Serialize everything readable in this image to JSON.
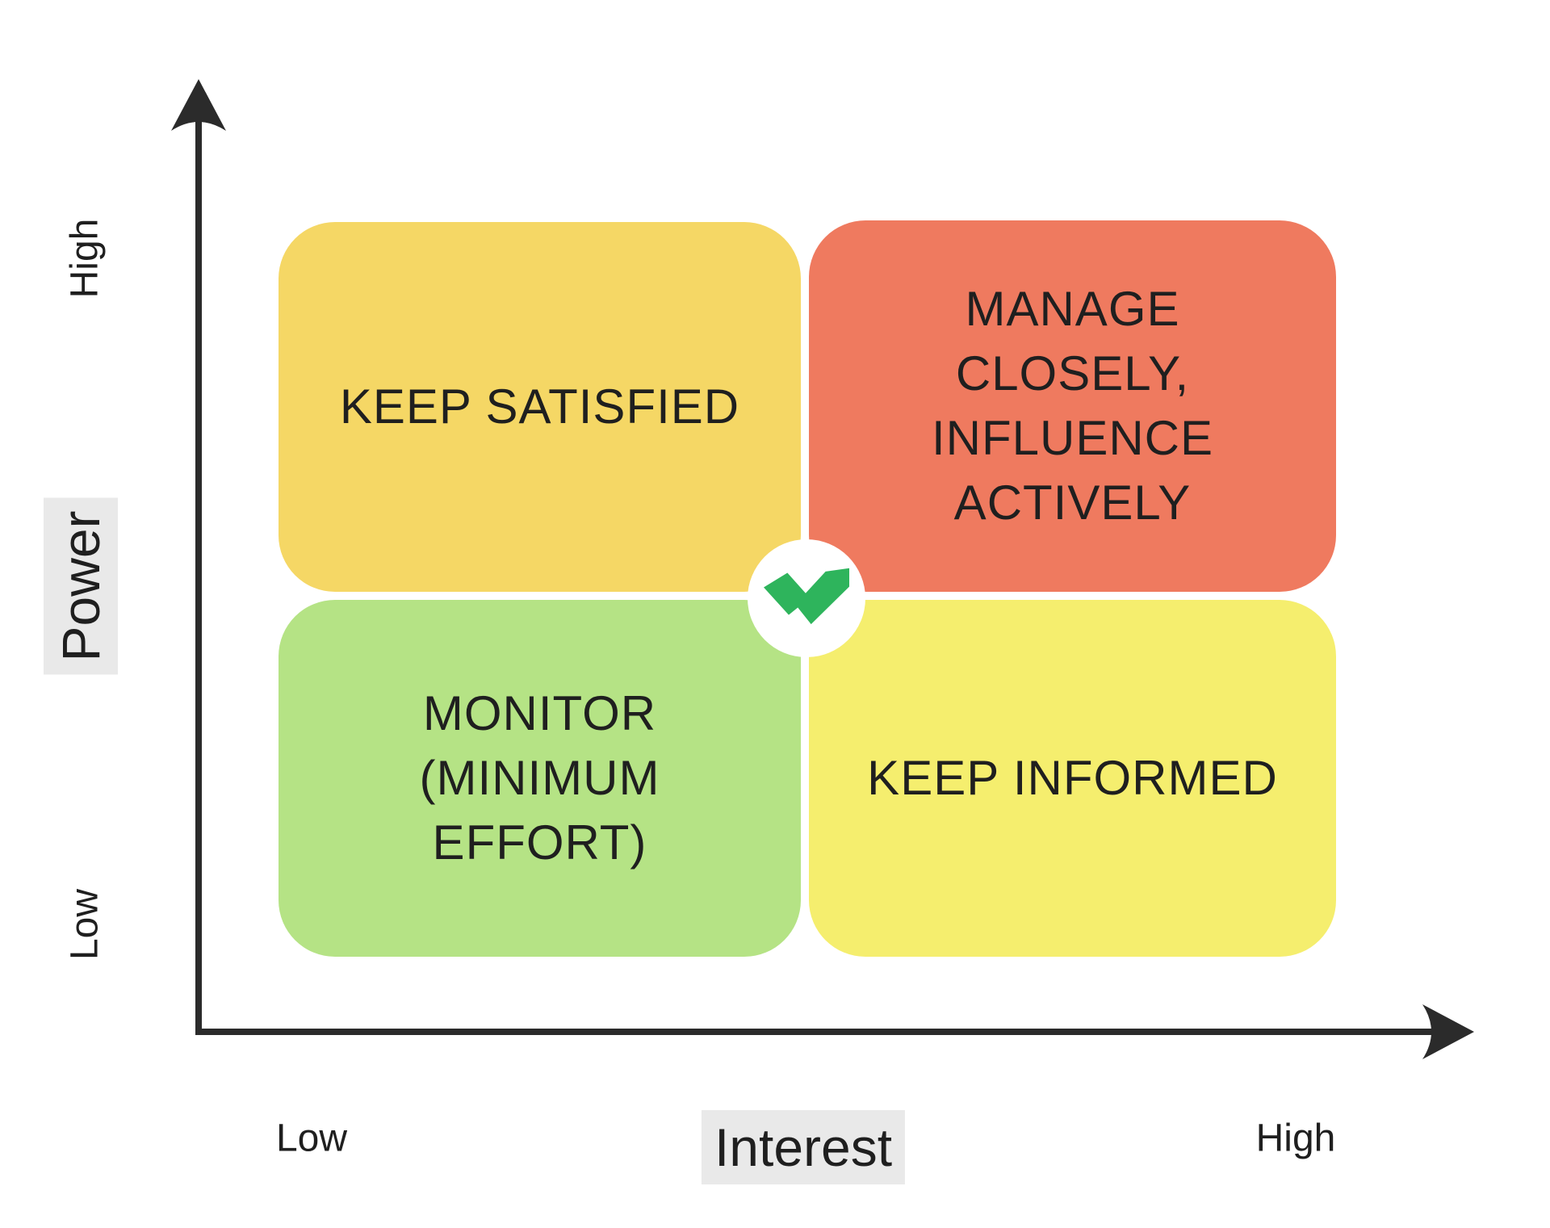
{
  "diagram_type": "power-interest-stakeholder-matrix",
  "y_axis": {
    "title": "Power",
    "max_label": "High",
    "min_label": "Low"
  },
  "x_axis": {
    "title": "Interest",
    "min_label": "Low",
    "max_label": "High"
  },
  "quadrants": [
    {
      "id": "keep-satisfied",
      "position": "top-left",
      "power": "High",
      "interest": "Low",
      "color": "#F5D765",
      "label": "KEEP SATISFIED",
      "lines": [
        "KEEP SATISFIED"
      ]
    },
    {
      "id": "manage-closely-influence-actively",
      "position": "top-right",
      "power": "High",
      "interest": "High",
      "color": "#EF7A5F",
      "label": "MANAGE CLOSELY, INFLUENCE ACTIVELY",
      "lines": [
        "MANAGE",
        "CLOSELY,",
        "INFLUENCE",
        "ACTIVELY"
      ]
    },
    {
      "id": "monitor-minimum-effort",
      "position": "bottom-left",
      "power": "Low",
      "interest": "Low",
      "color": "#B5E385",
      "label": "MONITOR (MINIMUM EFFORT)",
      "lines": [
        "MONITOR",
        "(MINIMUM",
        "EFFORT)"
      ]
    },
    {
      "id": "keep-informed",
      "position": "bottom-right",
      "power": "Low",
      "interest": "High",
      "color": "#F5EE6E",
      "label": "KEEP INFORMED",
      "lines": [
        "KEEP INFORMED"
      ]
    }
  ],
  "center_badge": {
    "icon": "wrike-checkmark-logo",
    "logo_color": "#2EB45C",
    "background": "#FFFFFF"
  },
  "colors": {
    "axis": "#2B2B2B",
    "text": "#1F1F1F",
    "label_highlight": "#E9E9E9",
    "background": "#FFFFFF"
  }
}
